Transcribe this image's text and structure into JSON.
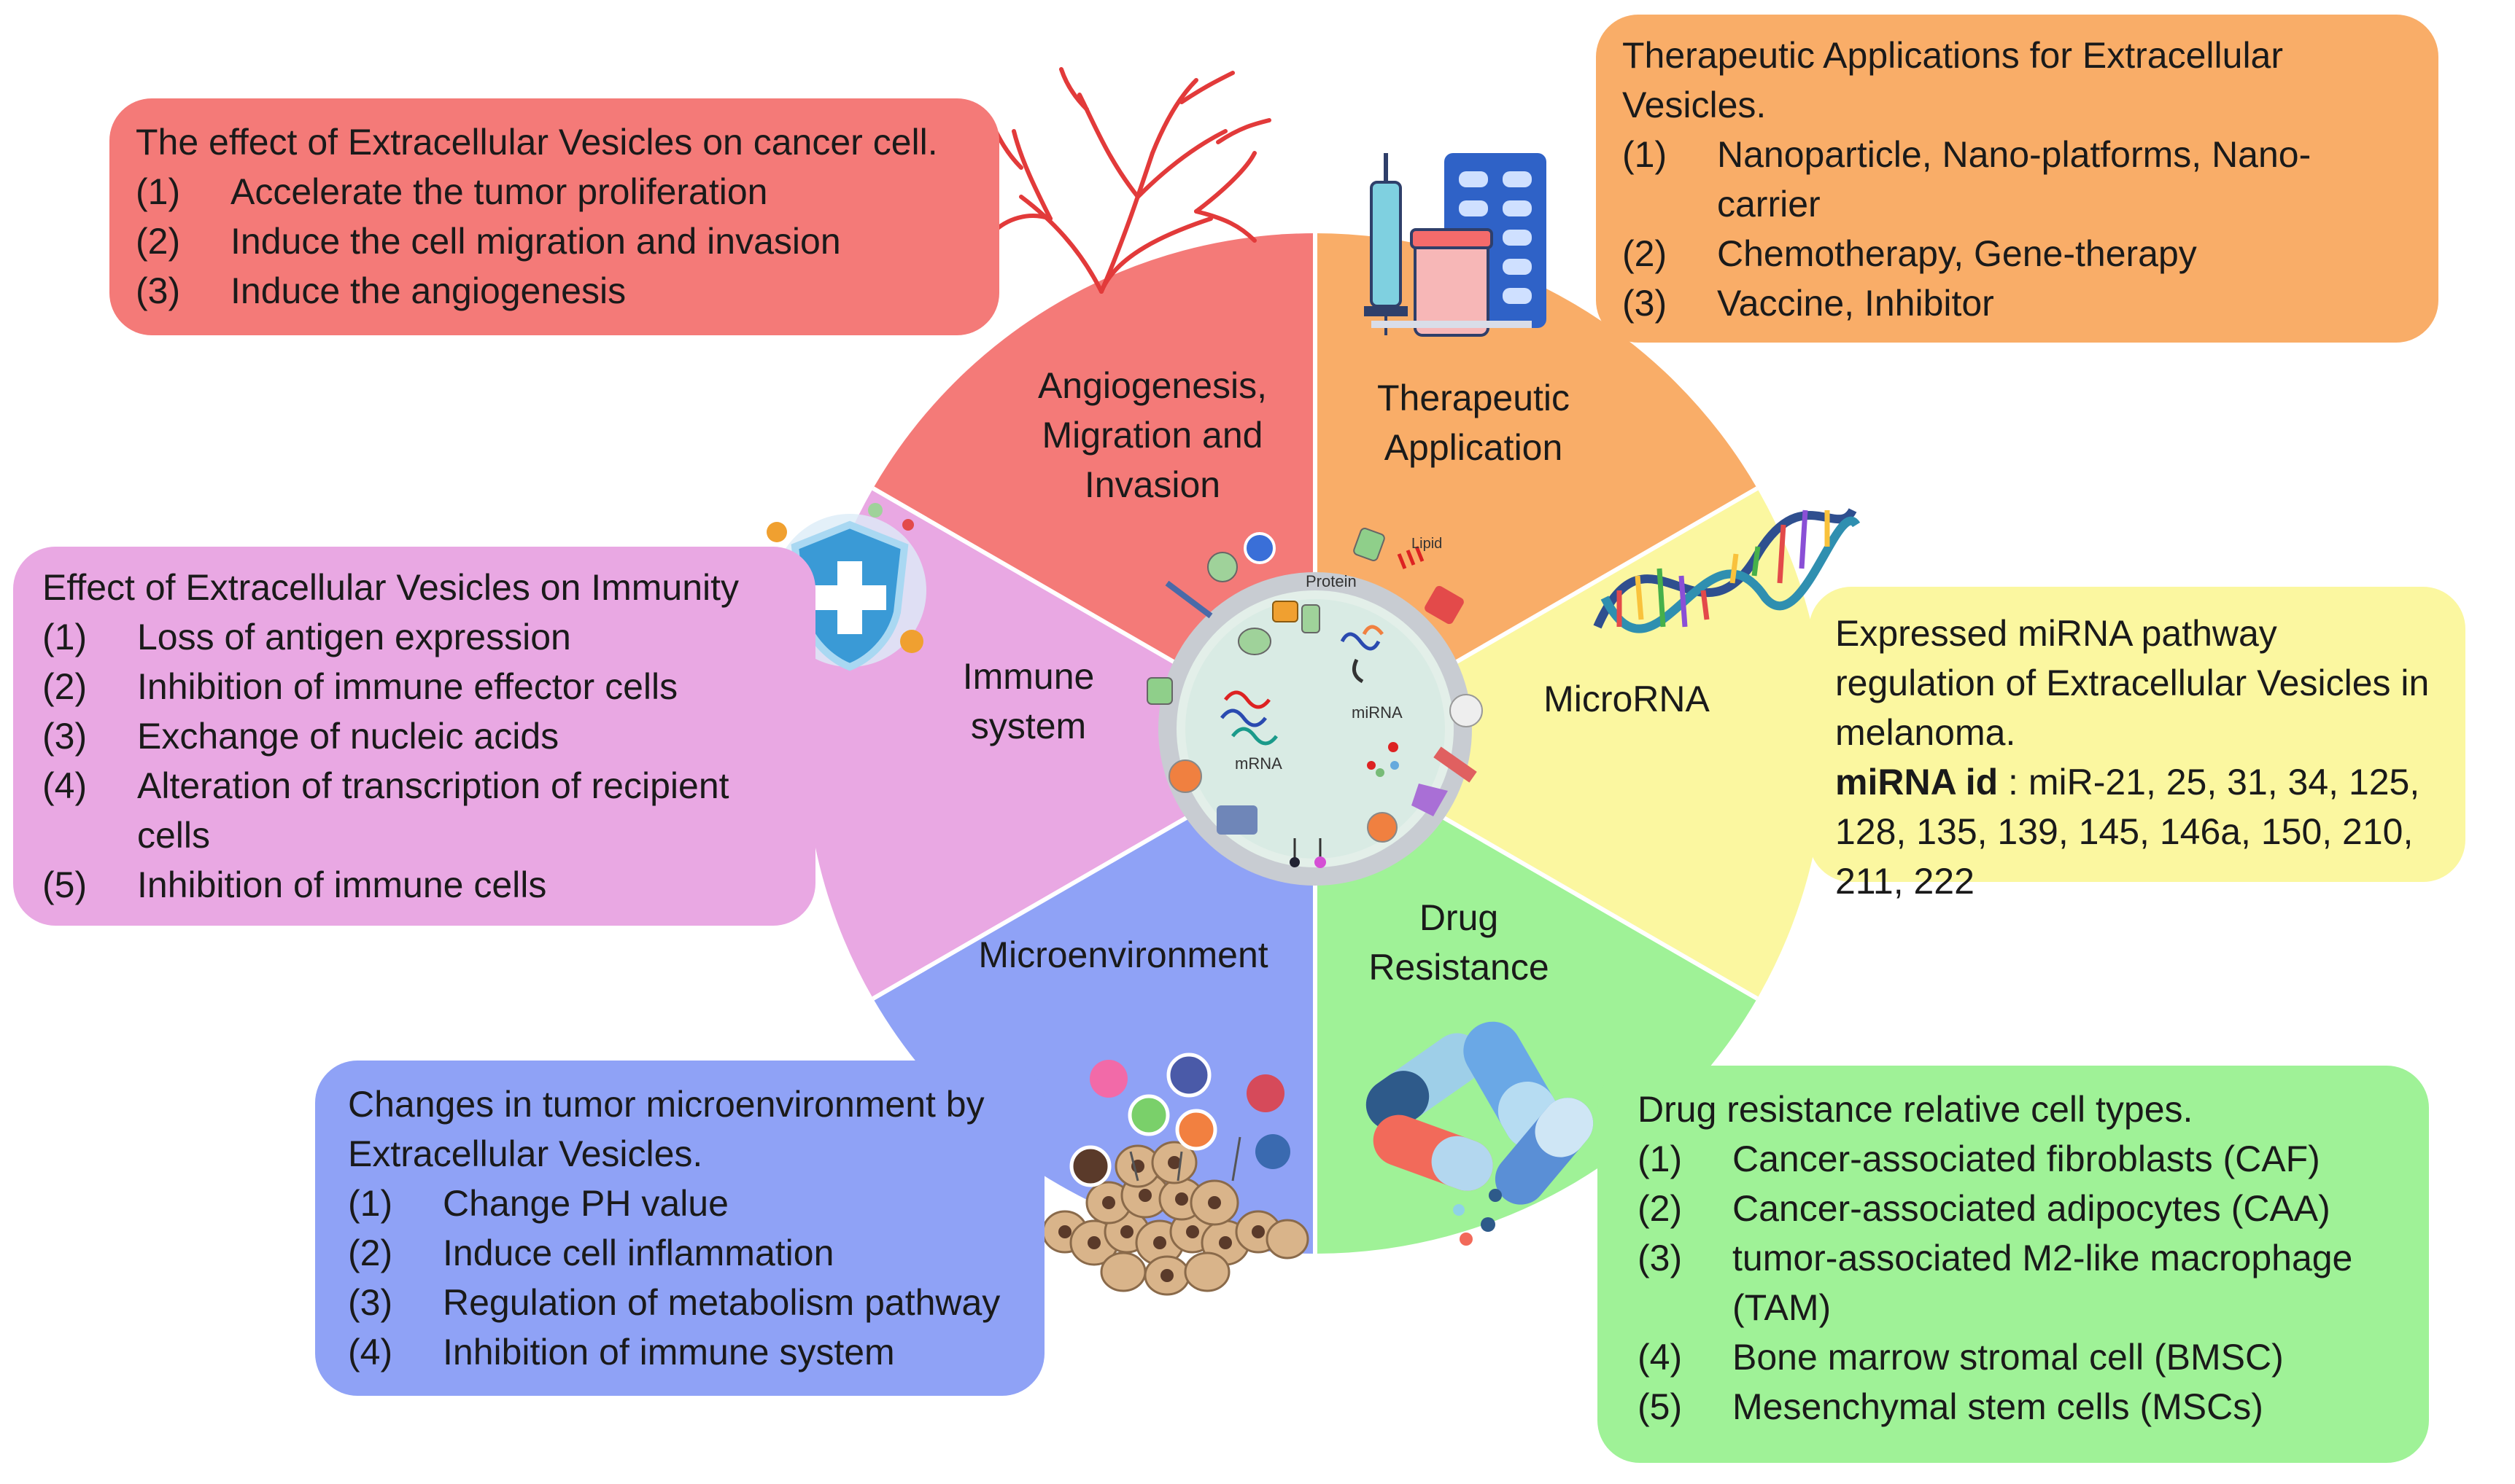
{
  "center": {
    "protein": "Protein",
    "lipid": "Lipid",
    "mirna": "miRNA",
    "mrna": "mRNA"
  },
  "segments": {
    "angiogenesis": "Angiogenesis,\nMigration and\nInvasion",
    "therapeutic": "Therapeutic\nApplication",
    "microrna": "MicroRNA",
    "drug": "Drug\nResistance",
    "microenvironment": "Microenvironment",
    "immune": "Immune\nsystem"
  },
  "colors": {
    "angiogenesis": "#f47a78",
    "therapeutic": "#f9ad68",
    "microrna": "#fbf7a0",
    "drug": "#9ff297",
    "microenvironment": "#8fa2f6",
    "immune": "#e9a8e3"
  },
  "boxes": {
    "cancer": {
      "title": "The effect of Extracellular Vesicles on cancer cell.",
      "items": [
        {
          "num": "(1)",
          "text": "Accelerate the tumor proliferation"
        },
        {
          "num": "(2)",
          "text": "Induce the cell migration and invasion"
        },
        {
          "num": "(3)",
          "text": "Induce the angiogenesis"
        }
      ]
    },
    "therapeutic": {
      "title": "Therapeutic Applications for Extracellular Vesicles.",
      "items": [
        {
          "num": "(1)",
          "text": "Nanoparticle, Nano-platforms, Nano-carrier"
        },
        {
          "num": "(2)",
          "text": "Chemotherapy, Gene-therapy"
        },
        {
          "num": "(3)",
          "text": "Vaccine, Inhibitor"
        }
      ]
    },
    "immunity": {
      "title": "Effect of Extracellular Vesicles on Immunity",
      "items": [
        {
          "num": "(1)",
          "text": "Loss of antigen expression"
        },
        {
          "num": "(2)",
          "text": "Inhibition of immune effector cells"
        },
        {
          "num": "(3)",
          "text": "Exchange of nucleic acids"
        },
        {
          "num": "(4)",
          "text": "Alteration of transcription of recipient cells"
        },
        {
          "num": "(5)",
          "text": "Inhibition of immune cells"
        }
      ]
    },
    "mirna": {
      "title": "Expressed miRNA pathway regulation of Extracellular Vesicles in melanoma.",
      "id_label": "miRNA id",
      "id_list": " : miR-21, 25, 31, 34, 125, 128, 135, 139, 145, 146a, 150, 210, 211, 222"
    },
    "microenvironment": {
      "title": "Changes in tumor microenvironment by Extracellular Vesicles.",
      "items": [
        {
          "num": "(1)",
          "text": "Change PH value"
        },
        {
          "num": "(2)",
          "text": "Induce cell inflammation"
        },
        {
          "num": "(3)",
          "text": "Regulation of metabolism pathway"
        },
        {
          "num": "(4)",
          "text": "Inhibition of immune system"
        }
      ]
    },
    "drug": {
      "title": "Drug resistance relative cell types.",
      "items": [
        {
          "num": "(1)",
          "text": "Cancer-associated fibroblasts (CAF)"
        },
        {
          "num": "(2)",
          "text": "Cancer-associated adipocytes (CAA)"
        },
        {
          "num": "(3)",
          "text": "tumor-associated M2-like macrophage (TAM)"
        },
        {
          "num": "(4)",
          "text": "Bone marrow stromal cell (BMSC)"
        },
        {
          "num": "(5)",
          "text": "Mesenchymal stem cells (MSCs)"
        }
      ]
    }
  }
}
